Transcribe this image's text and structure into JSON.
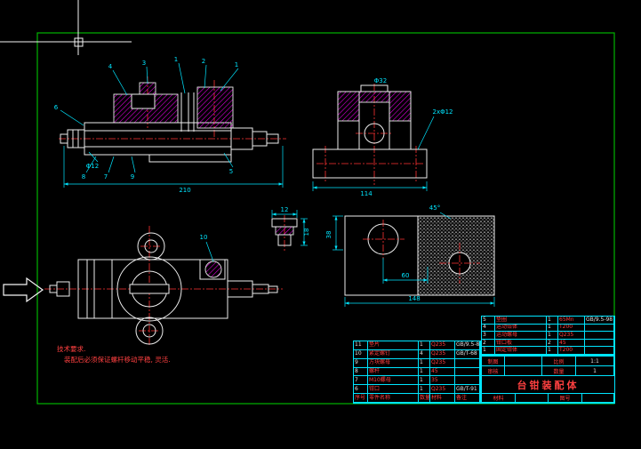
{
  "colors": {
    "background": "#000000",
    "frame": "#00b400",
    "object_line": "#ececec",
    "dimension": "#00e5ff",
    "centerline": "#ff3333",
    "hatch": "#e800e8",
    "table_line": "#00e5ff",
    "cjk_text": "#ff4040"
  },
  "notes": {
    "line1": "技术要求.",
    "line2": "装配后必须保证螺杆移动平稳, 灵活."
  },
  "labels": {
    "balloon_4": "4",
    "balloon_3": "3",
    "balloon_1a": "1",
    "balloon_2": "2",
    "balloon_1b": "1",
    "balloon_6": "6",
    "balloon_8": "8",
    "balloon_7": "7",
    "balloon_9": "9",
    "balloon_5": "5",
    "balloon_10": "10",
    "dim_210": "210",
    "dim_phi12": "Φ12",
    "dim_114": "114",
    "dim_2xphi12": "2xΦ12",
    "dim_phi32": "Φ32",
    "dim_45deg": "45°",
    "dim_60": "60",
    "dim_148": "148",
    "dim_38": "38",
    "dim_12": "12",
    "dim_18": "18"
  },
  "bom_left": {
    "header": [
      "序号",
      "零件名称",
      "数量",
      "材料",
      "备注"
    ],
    "rows": [
      [
        "11",
        "垫片",
        "1",
        "Q235",
        "GB/9.5-87"
      ],
      [
        "10",
        "紧定螺钉",
        "4",
        "Q235",
        "GB/T-68"
      ],
      [
        "9",
        "方块螺母",
        "1",
        "Q235",
        ""
      ],
      [
        "8",
        "螺杆",
        "1",
        "45",
        ""
      ],
      [
        "7",
        "M10螺母",
        "1",
        "35",
        ""
      ],
      [
        "6",
        "钳口",
        "1",
        "Q235",
        "GB/T-91"
      ]
    ]
  },
  "bom_right": {
    "rows": [
      [
        "5",
        "垫圈",
        "1",
        "65Mn",
        "GB/9.5-98"
      ],
      [
        "4",
        "运动钳体",
        "1",
        "T200",
        ""
      ],
      [
        "3",
        "运动螺母",
        "1",
        "Q235",
        ""
      ],
      [
        "2",
        "钳口板",
        "2",
        "45",
        ""
      ],
      [
        "1",
        "固定钳体",
        "1",
        "T200",
        ""
      ]
    ]
  },
  "title_block": {
    "title": "台钳装配体",
    "drawn_label": "制图",
    "checked_label": "审核",
    "scale_label": "比例",
    "scale": "1:1",
    "qty_label": "数量",
    "qty": "1",
    "material_label": "材料",
    "drawing_no_label": "图号"
  }
}
